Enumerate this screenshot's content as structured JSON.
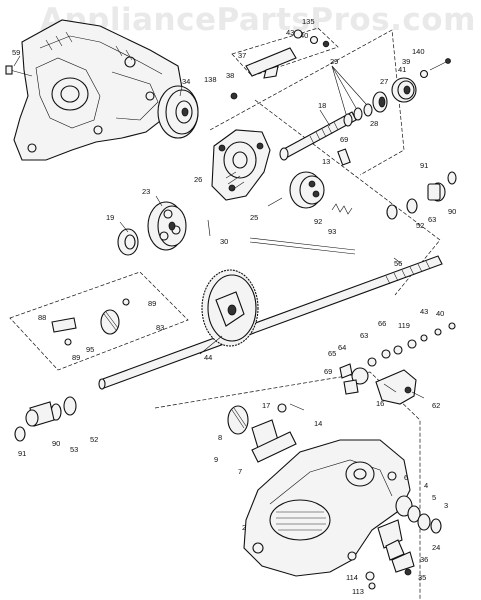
{
  "watermark": "AppliancePartsPros.com",
  "labels": [
    {
      "id": "59",
      "text": "59"
    },
    {
      "id": "135",
      "text": "135"
    },
    {
      "id": "43a",
      "text": "43"
    },
    {
      "id": "40a",
      "text": "40"
    },
    {
      "id": "37",
      "text": "37"
    },
    {
      "id": "140",
      "text": "140"
    },
    {
      "id": "39",
      "text": "39"
    },
    {
      "id": "138",
      "text": "138"
    },
    {
      "id": "38",
      "text": "38"
    },
    {
      "id": "41",
      "text": "41"
    },
    {
      "id": "34",
      "text": "34"
    },
    {
      "id": "27",
      "text": "27"
    },
    {
      "id": "29",
      "text": "29"
    },
    {
      "id": "18",
      "text": "18"
    },
    {
      "id": "28",
      "text": "28"
    },
    {
      "id": "69",
      "text": "69"
    },
    {
      "id": "13",
      "text": "13"
    },
    {
      "id": "26",
      "text": "26"
    },
    {
      "id": "91a",
      "text": "91"
    },
    {
      "id": "23",
      "text": "23"
    },
    {
      "id": "25",
      "text": "25"
    },
    {
      "id": "92",
      "text": "92"
    },
    {
      "id": "90a",
      "text": "90"
    },
    {
      "id": "63a",
      "text": "63"
    },
    {
      "id": "19",
      "text": "19"
    },
    {
      "id": "93",
      "text": "93"
    },
    {
      "id": "52a",
      "text": "52"
    },
    {
      "id": "30",
      "text": "30"
    },
    {
      "id": "56",
      "text": "56"
    },
    {
      "id": "89a",
      "text": "89"
    },
    {
      "id": "88",
      "text": "88"
    },
    {
      "id": "83",
      "text": "83"
    },
    {
      "id": "95",
      "text": "95"
    },
    {
      "id": "89b",
      "text": "89"
    },
    {
      "id": "43b",
      "text": "43"
    },
    {
      "id": "40b",
      "text": "40"
    },
    {
      "id": "66",
      "text": "66"
    },
    {
      "id": "119",
      "text": "119"
    },
    {
      "id": "63b",
      "text": "63"
    },
    {
      "id": "64",
      "text": "64"
    },
    {
      "id": "65",
      "text": "65"
    },
    {
      "id": "44",
      "text": "44"
    },
    {
      "id": "69b",
      "text": "69"
    },
    {
      "id": "16",
      "text": "16"
    },
    {
      "id": "62",
      "text": "62"
    },
    {
      "id": "17",
      "text": "17"
    },
    {
      "id": "14",
      "text": "14"
    },
    {
      "id": "8",
      "text": "8"
    },
    {
      "id": "9",
      "text": "9"
    },
    {
      "id": "7",
      "text": "7"
    },
    {
      "id": "52b",
      "text": "52"
    },
    {
      "id": "90b",
      "text": "90"
    },
    {
      "id": "53",
      "text": "53"
    },
    {
      "id": "91b",
      "text": "91"
    },
    {
      "id": "6",
      "text": "6"
    },
    {
      "id": "4",
      "text": "4"
    },
    {
      "id": "5",
      "text": "5"
    },
    {
      "id": "3",
      "text": "3"
    },
    {
      "id": "2",
      "text": "2"
    },
    {
      "id": "24",
      "text": "24"
    },
    {
      "id": "36",
      "text": "36"
    },
    {
      "id": "35",
      "text": "35"
    },
    {
      "id": "114",
      "text": "114"
    },
    {
      "id": "113",
      "text": "113"
    }
  ]
}
